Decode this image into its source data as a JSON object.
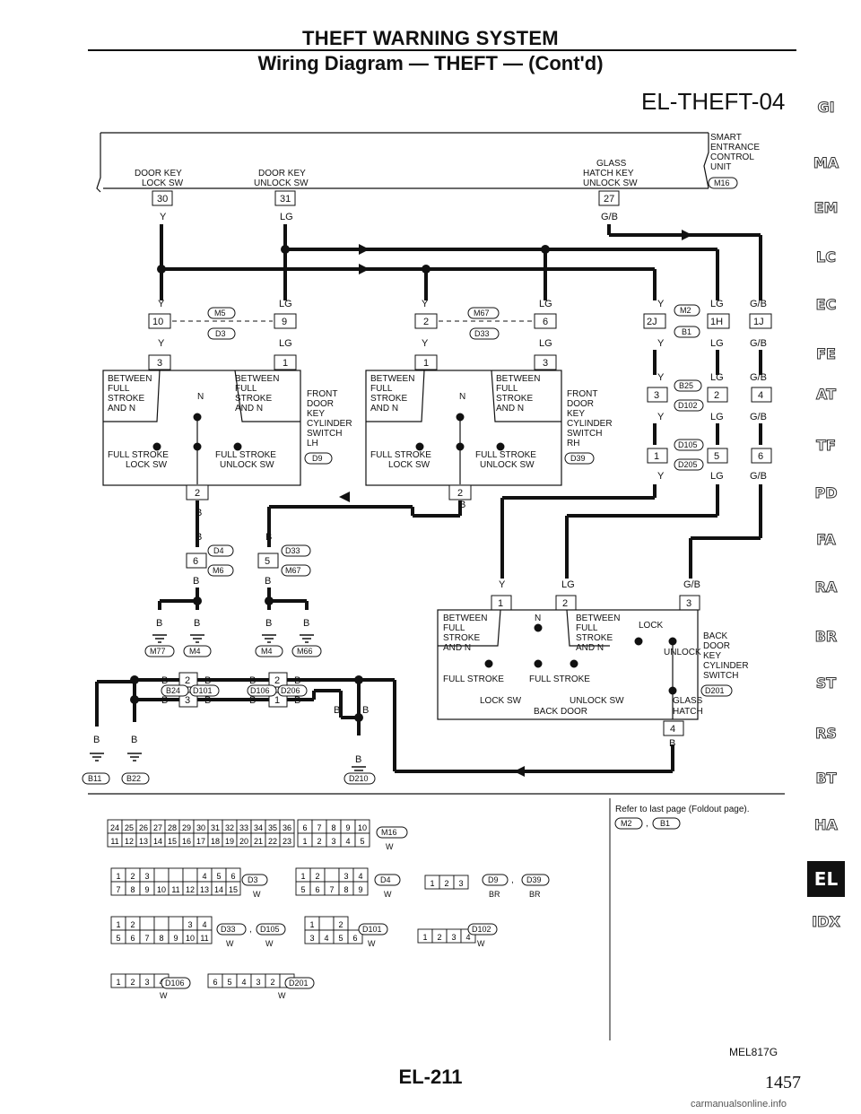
{
  "header": {
    "title": "THEFT WARNING SYSTEM",
    "subtitle": "Wiring Diagram — THEFT — (Cont'd)",
    "diagram_code": "EL-THEFT-04"
  },
  "top_unit": {
    "name_lines": [
      "SMART",
      "ENTRANCE",
      "CONTROL",
      "UNIT"
    ],
    "connector": "M16",
    "switches": [
      {
        "label1": "DOOR KEY",
        "label2": "LOCK SW",
        "pin": "30",
        "wire": "Y"
      },
      {
        "label1": "DOOR KEY",
        "label2": "UNLOCK SW",
        "pin": "31",
        "wire": "LG"
      },
      {
        "label1": "GLASS",
        "label1b": "HATCH KEY",
        "label2": "UNLOCK SW",
        "pin": "27",
        "wire": "G/B"
      }
    ]
  },
  "front_lh": {
    "between_left": [
      "BETWEEN",
      "FULL",
      "STROKE",
      "AND N"
    ],
    "between_right": [
      "BETWEEN",
      "FULL",
      "STROKE",
      "AND N"
    ],
    "n_label": "N",
    "sw_left": [
      "FULL STROKE",
      "LOCK SW"
    ],
    "sw_right": [
      "FULL STROKE",
      "UNLOCK SW"
    ],
    "name": [
      "FRONT",
      "DOOR",
      "KEY",
      "CYLINDER",
      "SWITCH",
      "LH"
    ],
    "connector": "D9",
    "pins_top": [
      "10",
      "9"
    ],
    "pins_mid": [
      "3",
      "1"
    ],
    "pin_bottom": "2",
    "conn_a": "M5",
    "conn_b": "D3"
  },
  "front_rh": {
    "name": [
      "FRONT",
      "DOOR",
      "KEY",
      "CYLINDER",
      "SWITCH",
      "RH"
    ],
    "connector": "D39",
    "pins_top": [
      "2",
      "6"
    ],
    "pins_mid": [
      "1",
      "3"
    ],
    "pin_bottom": "2",
    "conn_a": "M67",
    "conn_b": "D33"
  },
  "right_connectors": {
    "row1": [
      "2J",
      "1H",
      "1J"
    ],
    "row1_conns": [
      "M2",
      "B1"
    ],
    "row2": [
      "3",
      "2",
      "4"
    ],
    "row2_conns": [
      "B25",
      "D102"
    ],
    "row3": [
      "1",
      "5",
      "6"
    ],
    "row3_conns": [
      "D105",
      "D205"
    ],
    "wires": [
      "Y",
      "LG",
      "G/B"
    ]
  },
  "back_door": {
    "pins": [
      "1",
      "2",
      "3"
    ],
    "wires": [
      "Y",
      "LG",
      "G/B"
    ],
    "between_left": [
      "BETWEEN",
      "FULL",
      "STROKE",
      "AND N"
    ],
    "between_right": [
      "BETWEEN",
      "FULL",
      "STROKE",
      "AND N"
    ],
    "n_label": "N",
    "lock": "LOCK",
    "unlock": "UNLOCK",
    "sw_left": "FULL STROKE",
    "sw_right": "FULL STROKE",
    "lock_sw": "LOCK SW",
    "unlock_sw": "UNLOCK SW",
    "back_door": "BACK DOOR",
    "glass_hatch": [
      "GLASS",
      "HATCH"
    ],
    "name": [
      "BACK",
      "DOOR",
      "KEY",
      "CYLINDER",
      "SWITCH"
    ],
    "connector": "D201",
    "pin_bottom": "4",
    "wire_bottom": "B"
  },
  "grounds": {
    "left_conns": [
      "D4",
      "M6"
    ],
    "left_pin": "6",
    "mid_conns": [
      "D33",
      "M67"
    ],
    "mid_pin": "5",
    "ground_labels": [
      "M77",
      "M4",
      "M4",
      "M66"
    ],
    "joint_pins_top": [
      "2",
      "2"
    ],
    "joint_pins_bottom": [
      "3",
      "1"
    ],
    "joint_conns": [
      "B24",
      "D101",
      "D106",
      "D206"
    ],
    "bottom_grounds": [
      "B11",
      "B22",
      "D210"
    ],
    "wire": "B"
  },
  "notes": {
    "refer": "Refer to last page (Foldout page).",
    "refer_conns": [
      "M2",
      "B1"
    ]
  },
  "connector_views": [
    {
      "label": "M16",
      "color": "W"
    },
    {
      "label": "D3",
      "color": "W"
    },
    {
      "label": "D4",
      "color": "W"
    },
    {
      "label": "D9",
      "color": "BR"
    },
    {
      "label": "D39",
      "color": "BR"
    },
    {
      "label": "D33",
      "color": "W"
    },
    {
      "label": "D105",
      "color": "W"
    },
    {
      "label": "D101",
      "color": "W"
    },
    {
      "label": "D102",
      "color": "W"
    },
    {
      "label": "D106",
      "color": "W"
    },
    {
      "label": "D201",
      "color": "W"
    }
  ],
  "side_tabs": [
    "GI",
    "MA",
    "EM",
    "LC",
    "EC",
    "FE",
    "AT",
    "TF",
    "PD",
    "FA",
    "RA",
    "BR",
    "ST",
    "RS",
    "BT",
    "HA",
    "EL",
    "IDX"
  ],
  "footer": {
    "figure_code": "MEL817G",
    "page": "EL-211",
    "page_total": "1457",
    "watermark": "carmanualsonline.info"
  }
}
